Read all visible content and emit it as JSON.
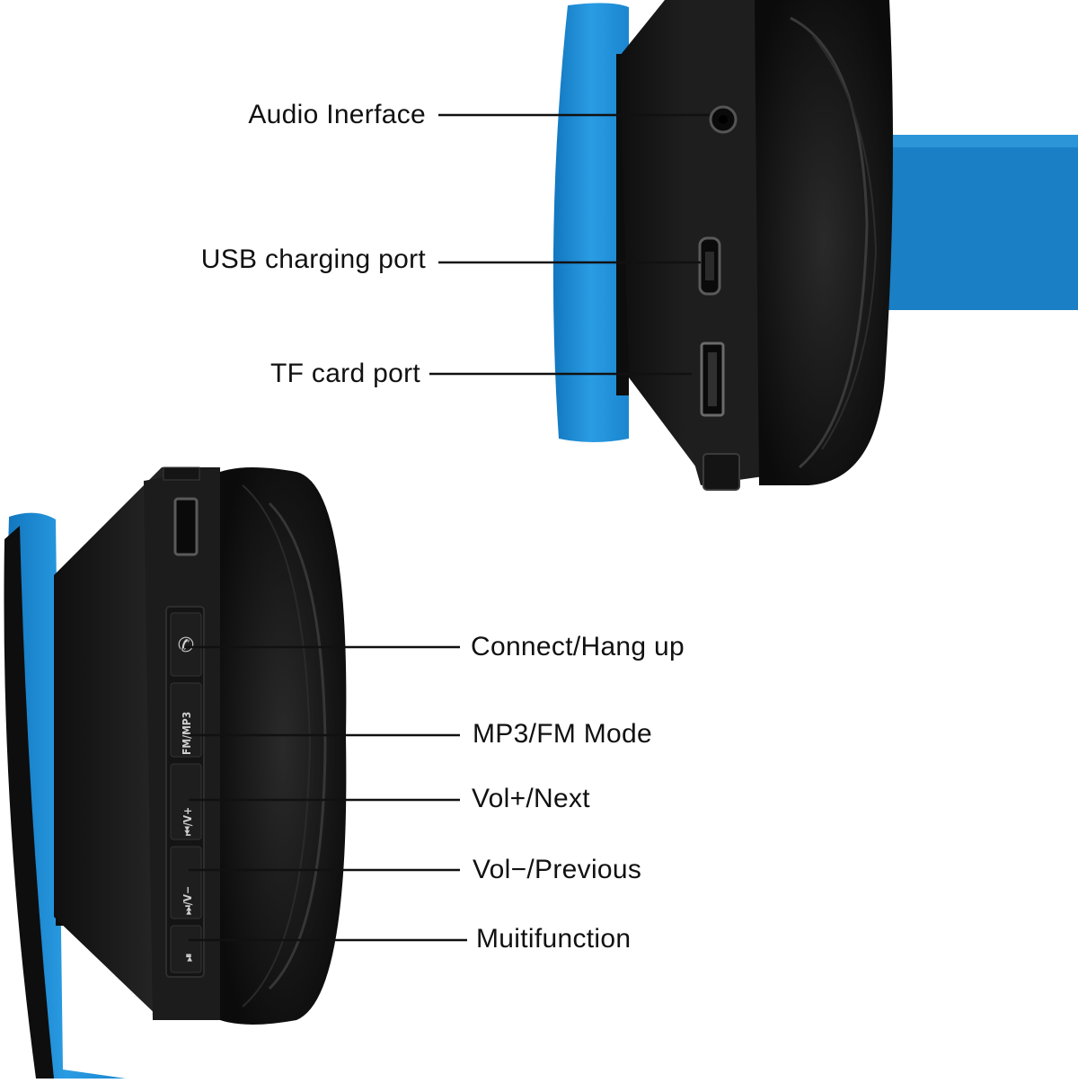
{
  "colors": {
    "background": "#ffffff",
    "accent_blue": "#1a8fd6",
    "accent_blue_light": "#3aaaf0",
    "shell_black": "#1b1b1b",
    "cushion_black": "#141414",
    "leader_line": "#111111",
    "label_text": "#111111"
  },
  "top_earcup": {
    "labels": {
      "audio_interface": "Audio Inerface",
      "usb_charging_port": "USB charging port",
      "tf_card_port": "TF card port"
    }
  },
  "bottom_earcup": {
    "labels": {
      "connect_hang_up": "Connect/Hang up",
      "mp3_fm_mode": "MP3/FM Mode",
      "vol_plus_next": "Vol+/Next",
      "vol_minus_previous": "Vol−/Previous",
      "multifunction": "Muitifunction"
    },
    "button_glyphs": {
      "mode_button": "FM/MP3",
      "vol_plus_button": "⏮/V+",
      "vol_minus_button": "⏭/V−",
      "multifunction_button": "⏯"
    }
  }
}
